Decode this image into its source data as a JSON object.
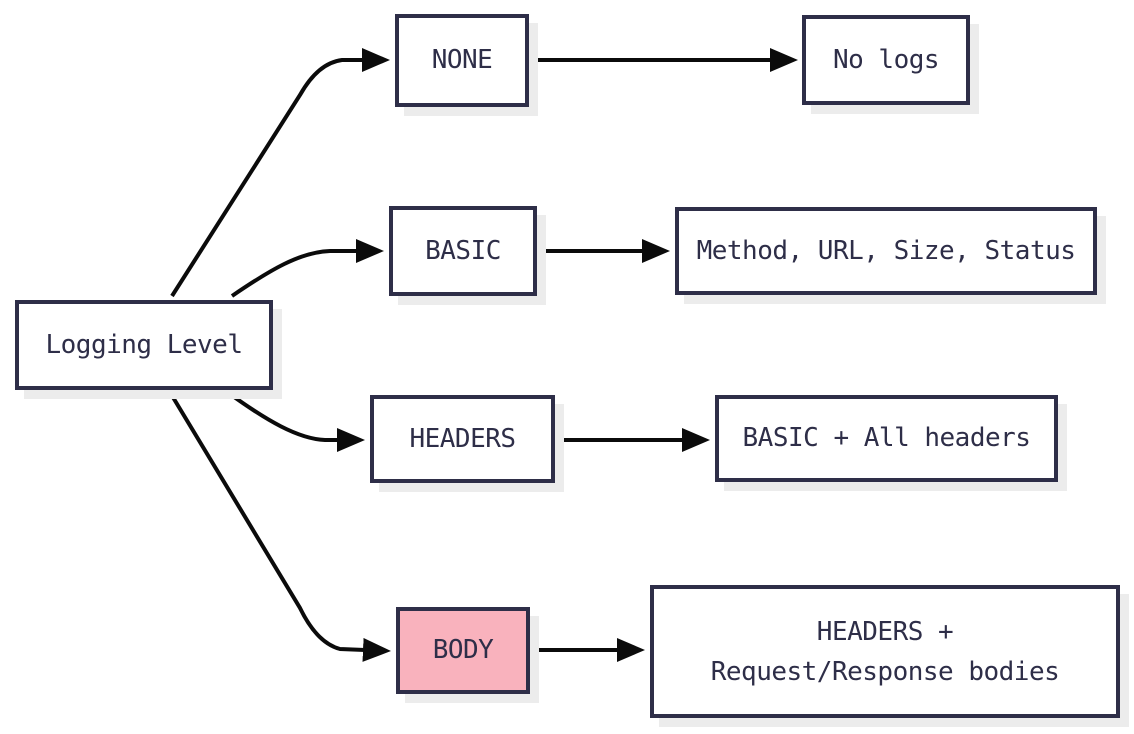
{
  "colors": {
    "canvas": "#ffffff",
    "ink": "#2e2e48",
    "arrow": "#0b0b0b",
    "box_bg": "#ffffff",
    "highlight_bg": "#f9b2bd",
    "shadow": "#ececec"
  },
  "diagram": {
    "root_label": "Logging Level",
    "levels": [
      {
        "label": "NONE",
        "description": "No logs",
        "highlighted": false
      },
      {
        "label": "BASIC",
        "description": "Method, URL, Size, Status",
        "highlighted": false
      },
      {
        "label": "HEADERS",
        "description": "BASIC + All headers",
        "highlighted": false
      },
      {
        "label": "BODY",
        "description_lines": [
          "HEADERS +",
          "Request/Response bodies"
        ],
        "highlighted": true
      }
    ]
  }
}
